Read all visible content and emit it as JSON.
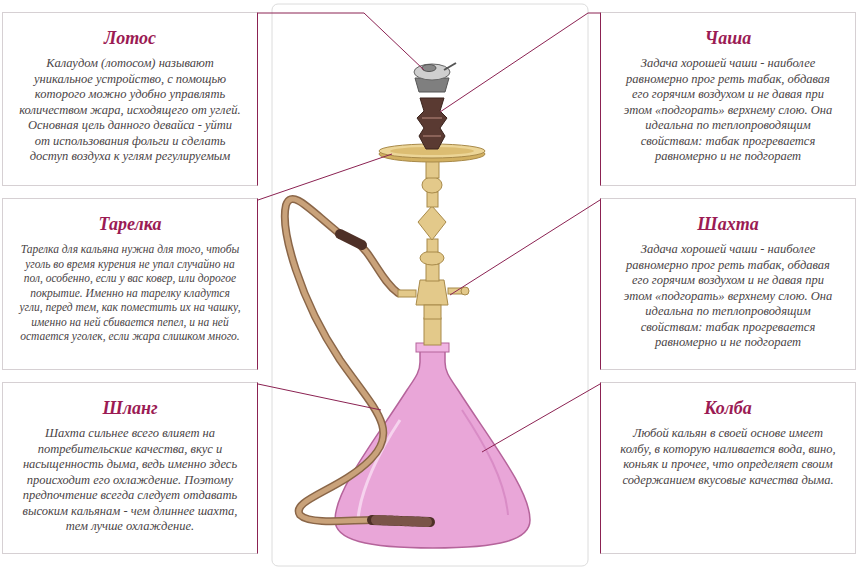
{
  "diagram": {
    "nodes": [
      {
        "text": [
          "Лотос",
          "Калаудом (лотосом) называют уникальное устройство, с помощью которого можно удобно управлять количеством жара, исходящего от углей. Основная цель данного девайса - уйти от использования фольги и сделать доступ воздуха к углям регулируемым"
        ]
      },
      {
        "text": [
          "Чаша",
          "Задача хорошей чаши - наиболее равномерно прог реть табак, обдавая его горячим воздухом и не давая при этом «подгорать» верхнему слою. Она идеальна по теплопроводящим свойствам: табак прогревается равномерно и не подгорает"
        ]
      },
      {
        "text": [
          "Тарелка",
          "Тарелка для кальяна нужна для того, чтобы уголь во время курения не упал случайно на пол, особенно, если у вас ковер, или дорогое покрытие. Именно на тарелку кладутся угли, перед тем, как поместить их на чашку, именно на ней сбивается пепел, и на ней остается уголек, если жара слишком много."
        ]
      },
      {
        "text": [
          "Шахта",
          "Задача хорошей чаши - наиболее равномерно прог реть табак, обдавая его горячим воздухом и не давая при этом «подгорать» верхнему слою. Она идеальна по теплопроводящим свойствам: табак прогревается равномерно и не подгорает"
        ]
      },
      {
        "text": [
          "Шланг",
          "Шахта сильнее всего влияет на потребительские качества, вкус и насыщенность дыма, ведь именно здесь происходит его охлаждение. Поэтому предпочтение всегда следует отдавать высоким кальянам - чем длиннее шахта, тем лучше охлаждение."
        ]
      },
      {
        "text": [
          "Колба",
          "Любой кальян в своей основе имеет колбу, в которую наливается вода, вино, коньяк и прочее, что определяет своим содержанием вкусовые качества дыма."
        ]
      }
    ]
  }
}
